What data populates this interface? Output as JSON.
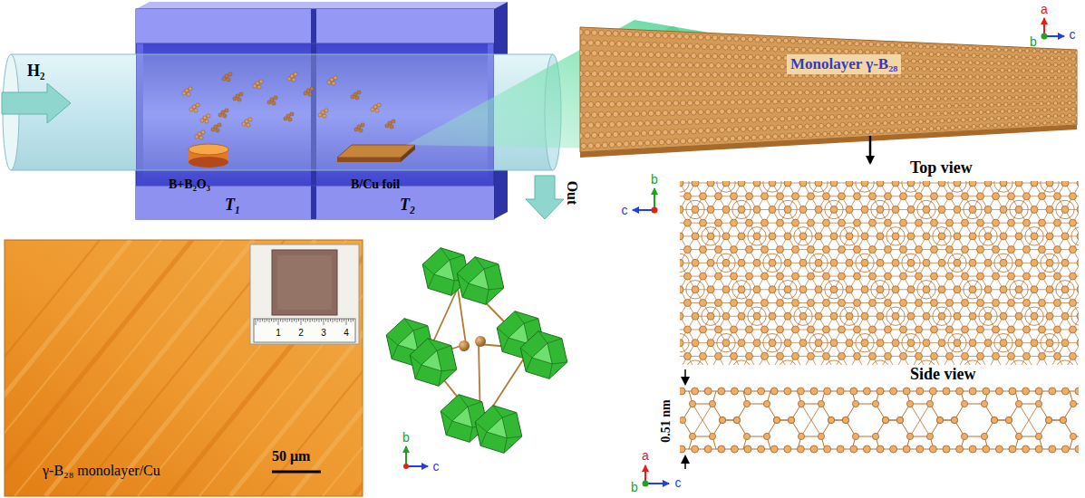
{
  "diagram": {
    "nodes": [
      {
        "text": [
          "B+B₂O₃",
          "T₁"
        ]
      },
      {
        "text": [
          "B/Cu foil",
          "T₂"
        ]
      },
      {
        "text": [
          "γ-B₂₈ monolayer/Cu",
          "50 μm"
        ]
      }
    ],
    "labels": [
      "H₂",
      "Out",
      "Monolayer γ-B₂₈",
      "a",
      "b",
      "c",
      "Top view",
      "b",
      "c",
      "1",
      "2",
      "3",
      "4",
      "b",
      "c",
      "Side view",
      "0.51 nm",
      "a",
      "b",
      "c"
    ]
  }
}
